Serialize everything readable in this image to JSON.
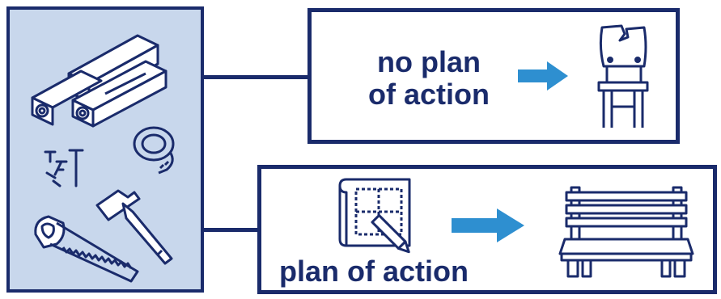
{
  "panels": {
    "top": {
      "line1": "no plan",
      "line2": "of action"
    },
    "bottom": {
      "label": "plan of action"
    }
  },
  "colors": {
    "navy": "#1a2b6b",
    "light_blue_fill": "#c8d7ec",
    "arrow_blue": "#2e8fd0"
  },
  "icons": {
    "materials": [
      "lumber-icon",
      "tape-measure-icon",
      "screws-nails-icon",
      "hammer-icon",
      "saw-icon"
    ],
    "top_result": "broken-chair-icon",
    "bottom_plan": "blueprint-pencil-icon",
    "bottom_result": "bench-icon"
  }
}
